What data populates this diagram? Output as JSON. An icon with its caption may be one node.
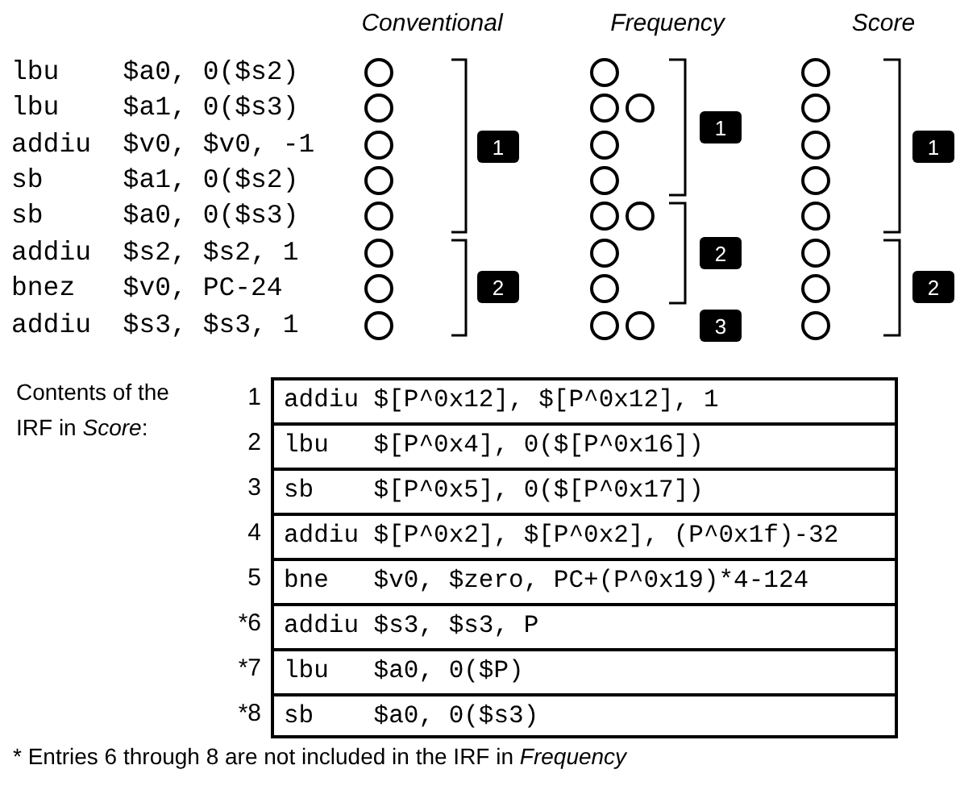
{
  "diagram": {
    "nodes": [
      {
        "text": [],
        "shape": "circle"
      },
      {
        "text": [],
        "shape": "circle"
      },
      {
        "text": [],
        "shape": "circle"
      },
      {
        "text": [],
        "shape": "circle"
      },
      {
        "text": [],
        "shape": "circle"
      },
      {
        "text": [],
        "shape": "circle"
      },
      {
        "text": [],
        "shape": "circle"
      },
      {
        "text": [
          "1"
        ]
      },
      {
        "text": [],
        "shape": "circle"
      },
      {
        "text": [
          "1"
        ]
      },
      {
        "text": [],
        "shape": "circle"
      },
      {
        "text": [],
        "shape": "circle"
      },
      {
        "text": [
          "1"
        ]
      },
      {
        "text": [],
        "shape": "circle"
      },
      {
        "text": [],
        "shape": "circle"
      },
      {
        "text": [],
        "shape": "circle"
      },
      {
        "text": [],
        "shape": "circle"
      },
      {
        "text": [],
        "shape": "circle"
      },
      {
        "text": [],
        "shape": "circle"
      },
      {
        "text": [],
        "shape": "circle"
      },
      {
        "text": [],
        "shape": "circle"
      },
      {
        "text": [],
        "shape": "circle"
      },
      {
        "text": [
          "2"
        ]
      },
      {
        "text": [],
        "shape": "circle"
      },
      {
        "text": [],
        "shape": "circle"
      },
      {
        "text": [
          "2"
        ]
      },
      {
        "text": [],
        "shape": "circle"
      },
      {
        "text": [],
        "shape": "circle"
      },
      {
        "text": [
          "2"
        ]
      },
      {
        "text": [],
        "shape": "circle"
      },
      {
        "text": [],
        "shape": "circle"
      },
      {
        "text": [],
        "shape": "circle"
      },
      {
        "text": [
          "3"
        ]
      },
      {
        "text": [],
        "shape": "circle"
      },
      {
        "text": [
          "addiu $[P^0x12], $[P^0x12], 1"
        ],
        "beside": [
          "1"
        ]
      },
      {
        "text": [
          "lbu   $[P^0x4], 0($[P^0x16])"
        ],
        "beside": [
          "2"
        ]
      },
      {
        "text": [
          "sb    $[P^0x5], 0($[P^0x17])"
        ],
        "beside": [
          "3"
        ]
      },
      {
        "text": [
          "addiu $[P^0x2], $[P^0x2], (P^0x1f)-32"
        ],
        "beside": [
          "4"
        ]
      },
      {
        "text": [
          "bne   $v0, $zero, PC+(P^0x19)*4-124"
        ],
        "beside": [
          "5"
        ]
      },
      {
        "text": [
          "addiu $s3, $s3, P"
        ],
        "beside": [
          "*6"
        ]
      },
      {
        "text": [
          "lbu   $a0, 0($P)"
        ],
        "beside": [
          "*7"
        ]
      },
      {
        "text": [
          "sb    $a0, 0($s3)"
        ],
        "beside": [
          "*8"
        ]
      }
    ],
    "labels": [
      "Conventional",
      "Frequency",
      "Score",
      "lbu    $a0, 0($s2)",
      "lbu    $a1, 0($s3)",
      "addiu  $v0, $v0, -1",
      "sb     $a1, 0($s2)",
      "sb     $a0, 0($s3)",
      "addiu  $s2, $s2, 1",
      "bnez   $v0, PC-24",
      "addiu  $s3, $s3, 1",
      "Contents of the IRF in *Score*:",
      "* Entries 6 through 8 are not included in the IRF in *Frequency*"
    ]
  }
}
